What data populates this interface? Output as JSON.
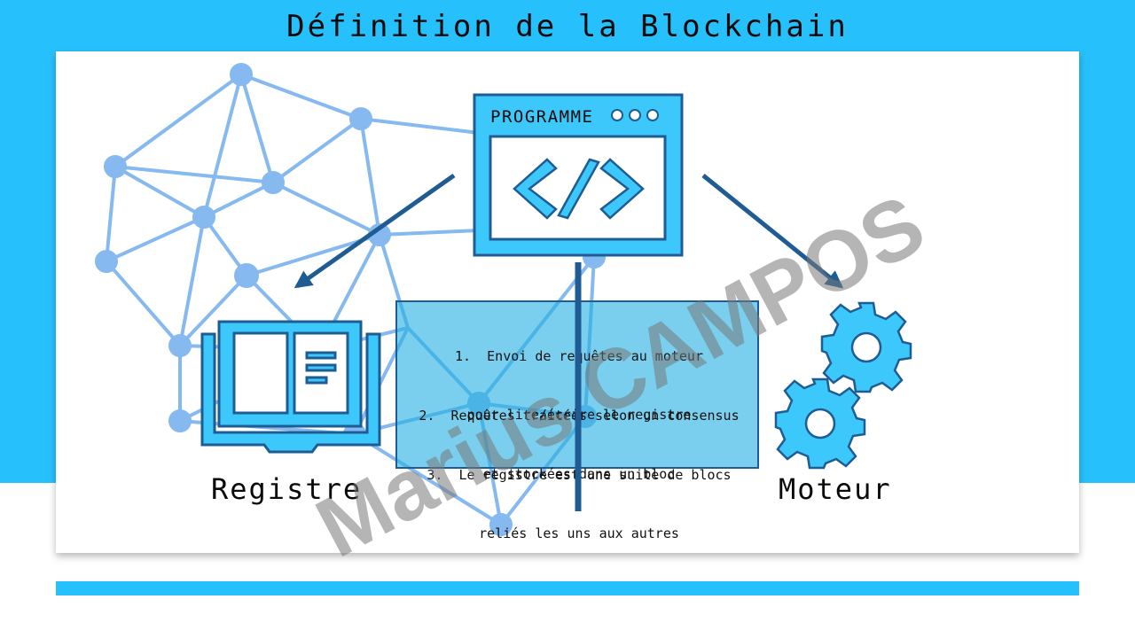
{
  "title": "Définition de la Blockchain",
  "program": {
    "label": "PROGRAMME"
  },
  "nodes": {
    "registre": "Registre",
    "moteur": "Moteur"
  },
  "steps": [
    {
      "number": "1.",
      "line1": "Envoi de requêtes au moteur",
      "line2": "pour lire/écrire le registre"
    },
    {
      "number": "2.",
      "line1": "Requêtes traitées selon un consensus",
      "line2": "et stockées dans un bloc"
    },
    {
      "number": "3.",
      "line1": "Le registre est une suite de blocs",
      "line2": "reliés les uns aux autres"
    }
  ],
  "watermark": "Marius CAMPOS",
  "colors": {
    "accent": "#26c1fd",
    "dark_blue": "#1f5c93",
    "icon_fill": "#3cc8fb"
  }
}
